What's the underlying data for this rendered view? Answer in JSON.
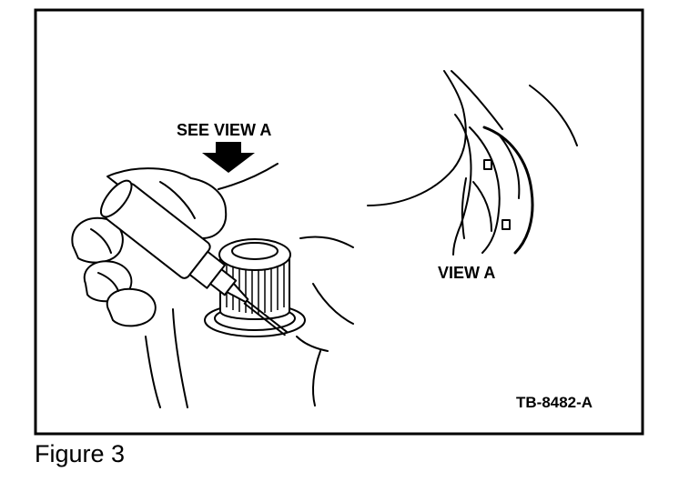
{
  "labels": {
    "see_view": "SEE VIEW A",
    "view": "VIEW A",
    "reference": "TB-8482-A"
  },
  "caption": "Figure 3",
  "colors": {
    "ink": "#000000",
    "paper": "#ffffff"
  }
}
